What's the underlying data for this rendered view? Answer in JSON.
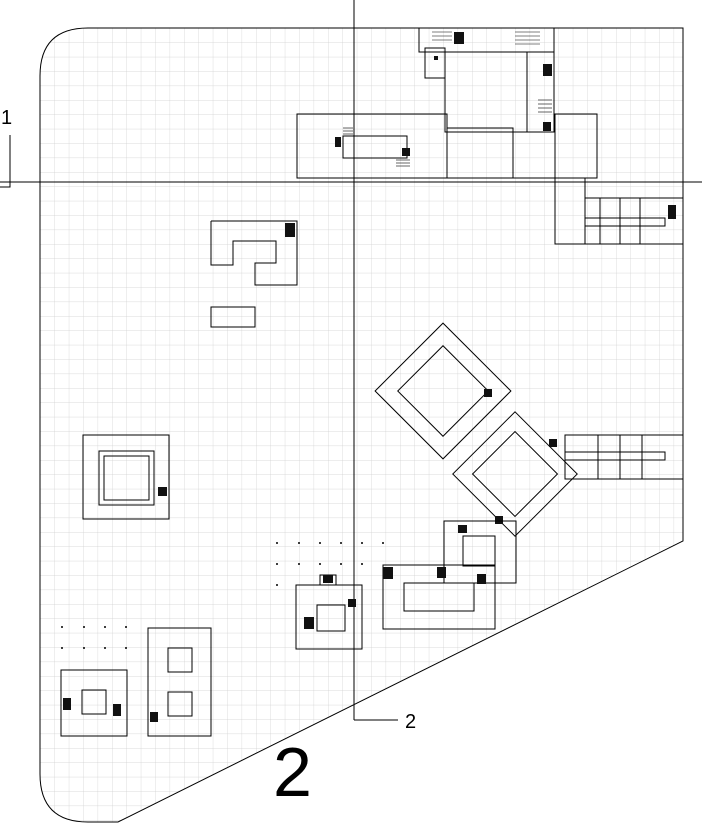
{
  "drawing": {
    "section_labels": {
      "a": "1",
      "b": "2"
    },
    "sheet_number": "2"
  },
  "colors": {
    "line": "#000000",
    "grid": "#c9c9c9",
    "fill": "#111111",
    "background": "#ffffff"
  }
}
